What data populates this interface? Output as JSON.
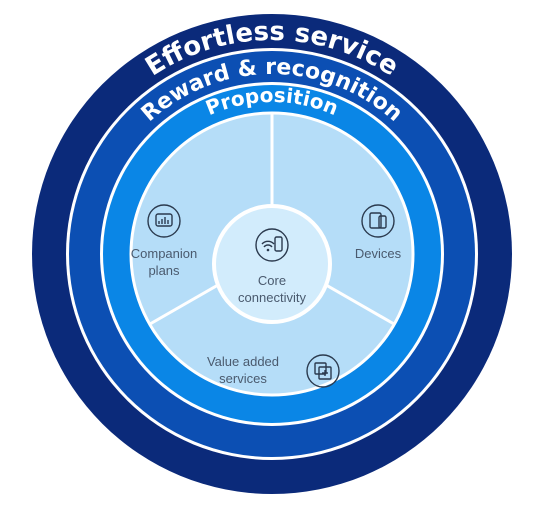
{
  "rings": {
    "outer": {
      "label": "Effortless service",
      "color": "#0b2a7a"
    },
    "second": {
      "label": "Reward & recognition",
      "color": "#0c4fb3"
    },
    "third": {
      "label": "Proposition",
      "color": "#0a86e6"
    }
  },
  "segments": {
    "companion": {
      "line1": "Companion",
      "line2": "plans",
      "icon": "chart-phone-icon"
    },
    "devices": {
      "label": "Devices",
      "icon": "tablet-phone-icon"
    },
    "value_added": {
      "line1": "Value added",
      "line2": "services",
      "icon": "stacked-add-icon"
    }
  },
  "center": {
    "line1": "Core",
    "line2": "connectivity",
    "icon": "wifi-phone-icon"
  },
  "colors": {
    "inner_fill": "#b5ddf8",
    "center_fill": "#d2ecfc",
    "divider": "#ffffff",
    "text": "#4a5a6e",
    "icon": "#2b3a4e"
  }
}
